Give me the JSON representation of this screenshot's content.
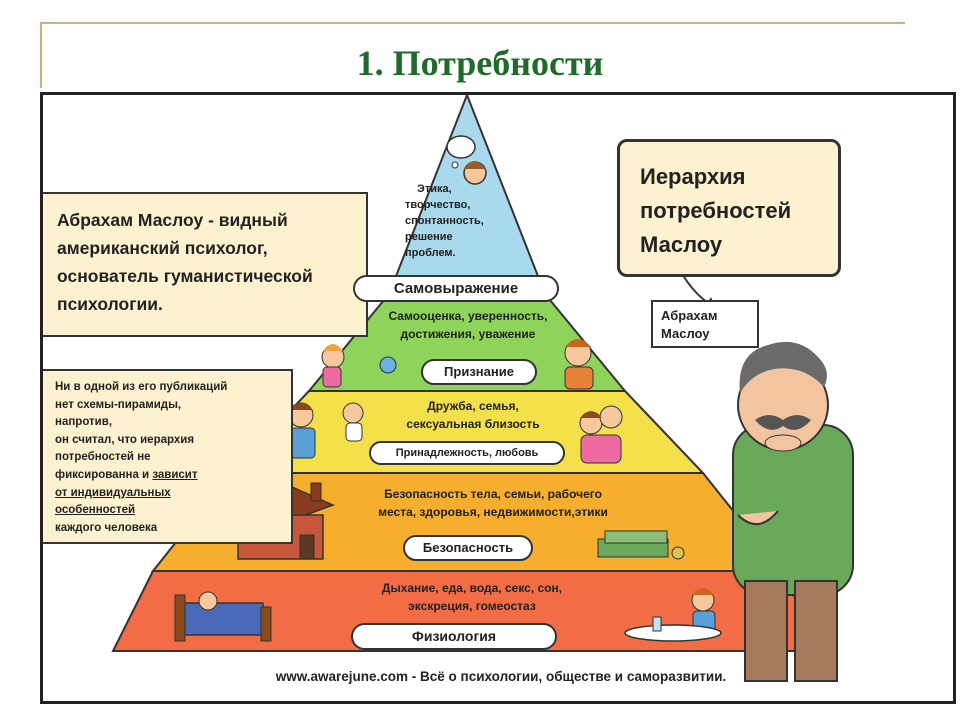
{
  "slide_title": "1. Потребности",
  "bio_box": {
    "text": "Абрахам Маслоу - видный американский психолог, основатель гуманистической психологии."
  },
  "note_box": {
    "line1": "Ни в одной из его публикаций",
    "line2": "нет схемы-пирамиды,",
    "line3": "напротив,",
    "line4": "он считал, что иерархия",
    "line5": "потребностей не",
    "line6a": "фиксированна и ",
    "line6b": "зависит",
    "line7": "от индивидуальных",
    "line8": "особенностей",
    "line9": "каждого человека"
  },
  "hierarchy_box": {
    "line1": "Иерархия",
    "line2": "потребностей",
    "line3": "Маслоу"
  },
  "callout": {
    "line1": "Абрахам",
    "line2": "Маслоу"
  },
  "levels": [
    {
      "id": "self",
      "color": "#a9d9ec",
      "description": [
        "Этика,",
        "творчество,",
        "спонтанность,",
        "решение",
        "проблем."
      ],
      "label": "Самовыражение"
    },
    {
      "id": "esteem",
      "color": "#8ed35a",
      "description": [
        "Самооценка, уверенность,",
        "достижения, уважение"
      ],
      "label": "Признание"
    },
    {
      "id": "belonging",
      "color": "#f4e04a",
      "description": [
        "Дружба, семья,",
        "сексуальная близость"
      ],
      "label": "Принадлежность, любовь"
    },
    {
      "id": "safety",
      "color": "#f6ae2e",
      "description": [
        "Безопасность тела, семьи, рабочего",
        "места, здоровья, недвижимости,этики"
      ],
      "label": "Безопасность"
    },
    {
      "id": "physiology",
      "color": "#f26d46",
      "description": [
        "Дыхание, еда, вода, секс, сон,",
        "экскреция, гомеостаз"
      ],
      "label": "Физиология"
    }
  ],
  "footer": "www.awarejune.com - Всё о психологии, обществе и саморазвитии."
}
